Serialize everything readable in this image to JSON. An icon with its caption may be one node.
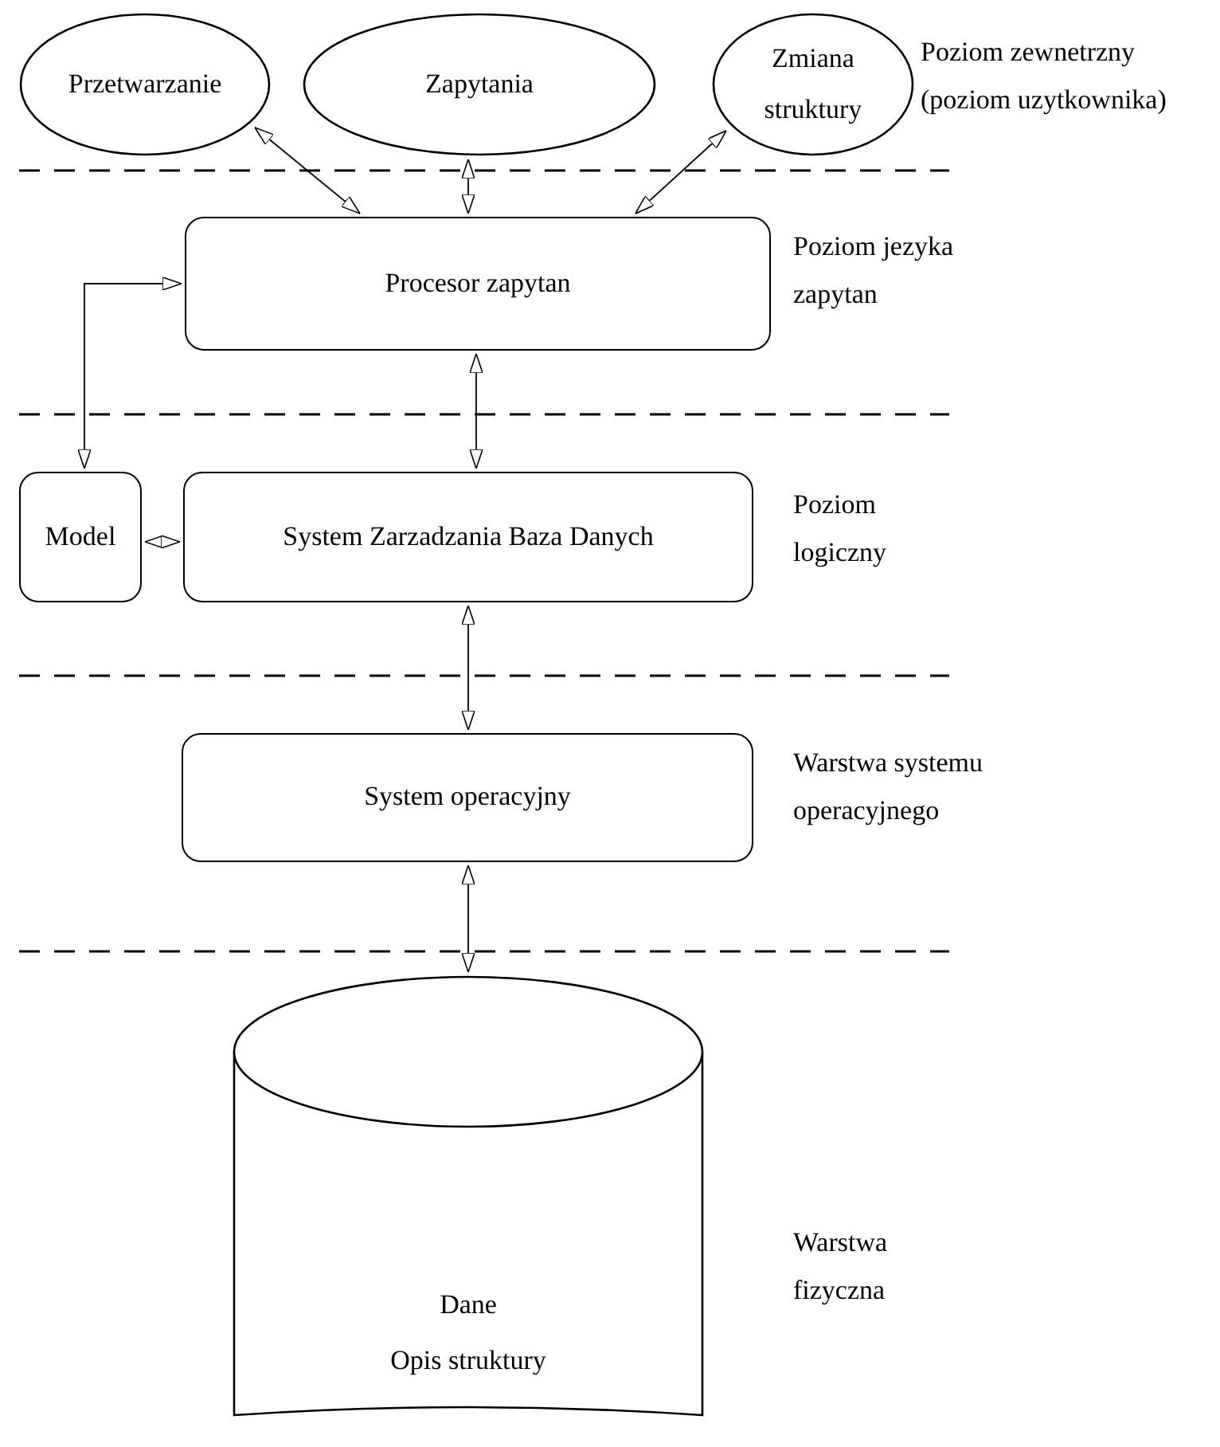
{
  "diagram": {
    "nodes": [
      {
        "text": [
          "Przetwarzanie"
        ]
      },
      {
        "text": [
          "Zapytania"
        ]
      },
      {
        "text": [
          "Zmiana struktury"
        ]
      },
      {
        "text": [
          "Procesor zapytan"
        ]
      },
      {
        "text": [
          "Model"
        ]
      },
      {
        "text": [
          "System Zarzadzania Baza Danych"
        ]
      },
      {
        "text": [
          "System operacyjny"
        ]
      },
      {
        "text": [
          "Dane",
          "Opis struktury"
        ]
      }
    ],
    "edges": [
      {
        "from": 0,
        "to": 3,
        "arrow": "both"
      },
      {
        "from": 1,
        "to": 3,
        "arrow": "both"
      },
      {
        "from": 2,
        "to": 3,
        "arrow": "both"
      },
      {
        "from": 3,
        "to": 4,
        "arrow": "both"
      },
      {
        "from": 3,
        "to": 5,
        "arrow": "both"
      },
      {
        "from": 4,
        "to": 5,
        "arrow": "both"
      },
      {
        "from": 5,
        "to": 6,
        "arrow": "both"
      },
      {
        "from": 6,
        "to": 7,
        "arrow": "both"
      }
    ],
    "labels": [
      "Poziom zewnetrzny (poziom uzytkownika)",
      "Poziom jezyka zapytan",
      "Poziom logiczny",
      "Warstwa systemu operacyjnego",
      "Warstwa fizyczna"
    ]
  }
}
